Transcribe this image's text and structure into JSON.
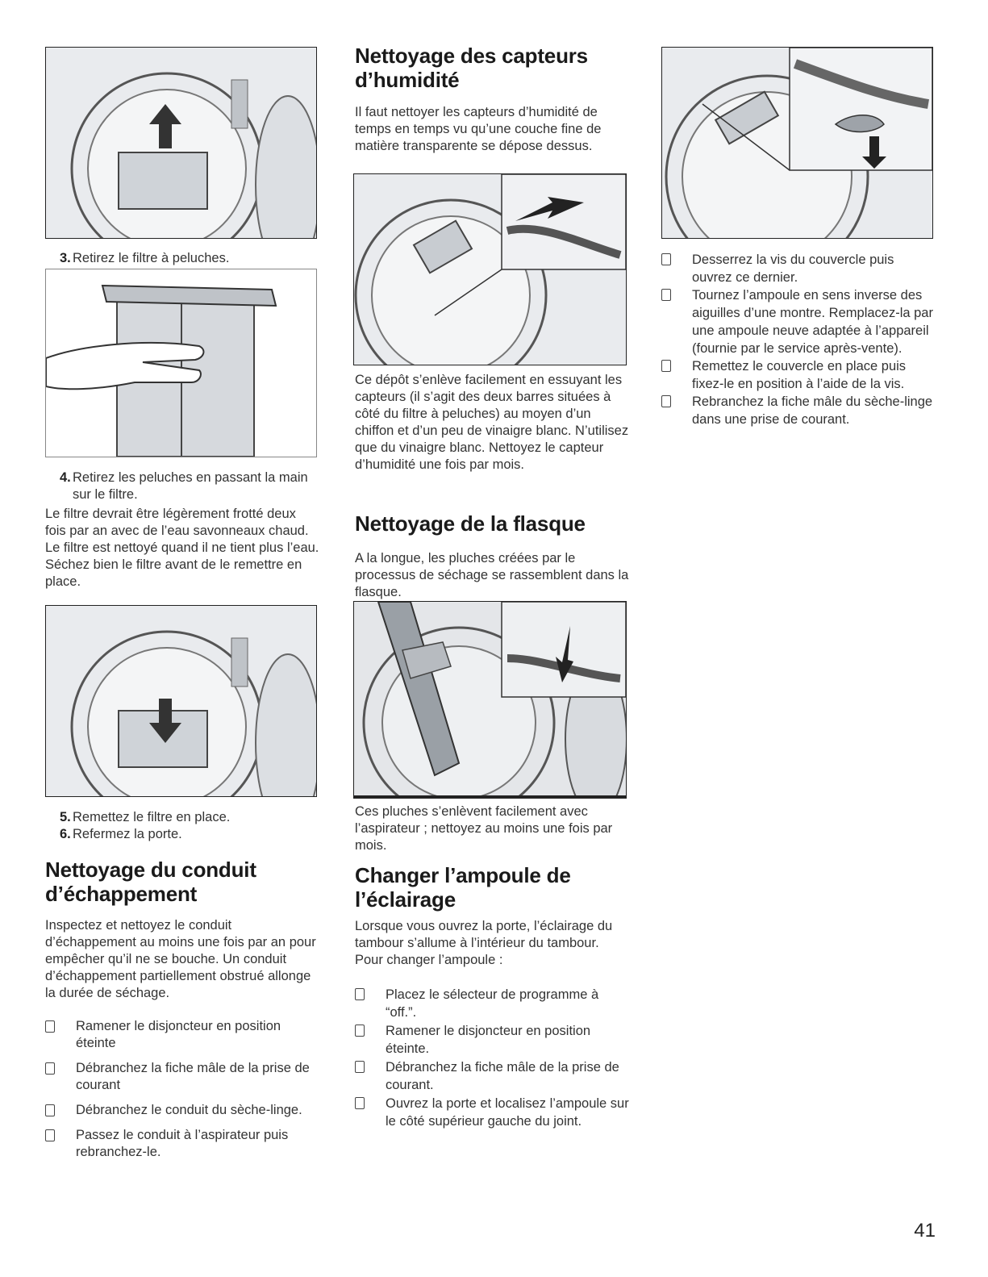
{
  "col1": {
    "step3": {
      "num": "3.",
      "text": "Retirez le filtre à peluches."
    },
    "step4": {
      "num": "4.",
      "text": "Retirez les peluches en passant la main sur le filtre."
    },
    "filter_para": "Le filtre devrait être légèrement frotté deux fois par an avec de l’eau savonneaux chaud.  Le filtre est nettoyé quand il ne tient plus l’eau. Séchez bien le filtre avant de le remettre en place.",
    "step5": {
      "num": "5.",
      "text": "Remettez le filtre en place."
    },
    "step6": {
      "num": "6.",
      "text": "Refermez la porte."
    },
    "duct_heading": "Nettoyage du conduit d’échappement",
    "duct_para": "Inspectez et nettoyez le conduit d’échappement au moins une fois par an pour empêcher qu’il ne se bouche. Un conduit d’échappement partiellement obstrué allonge la durée de séchage.",
    "duct_checks": [
      "Ramener le disjoncteur en position éteinte",
      "Débranchez la fiche mâle de la prise de courant",
      "Débranchez le conduit du sèche-linge.",
      "Passez le conduit à l’aspirateur puis rebranchez-le."
    ]
  },
  "col2": {
    "sensor_heading": "Nettoyage des capteurs d’humidité",
    "sensor_para": "Il faut nettoyer les capteurs d’humidité de temps en temps vu qu’une couche fine de matière transparente se dépose dessus.",
    "sensor_para2": "Ce dépôt s’enlève facilement en essuyant les capteurs (il s’agit des deux barres situées à côté du filtre à peluches) au moyen d’un chiffon et d’un peu de vinaigre blanc. N’utilisez que du vinaigre blanc. Nettoyez le capteur d’humidité une fois par mois.",
    "flasque_heading": "Nettoyage de la flasque",
    "flasque_para": "A la longue, les pluches créées par le processus de séchage se rassemblent dans la flasque.",
    "flasque_para2": "Ces pluches s’enlèvent facilement avec l’aspirateur ; nettoyez au moins une fois par mois.",
    "bulb_heading": "Changer l’ampoule de l’éclairage",
    "bulb_para": "Lorsque vous ouvrez la porte, l’éclairage du tambour s’allume à l’intérieur du tambour.",
    "bulb_intro": "Pour changer l’ampoule :",
    "bulb_checks": [
      "Placez le sélecteur de programme à “off.”.",
      "Ramener le disjoncteur en position éteinte.",
      "Débranchez la fiche mâle de la prise de courant.",
      "Ouvrez la porte et localisez l’ampoule sur le côté supérieur gauche du joint."
    ]
  },
  "col3": {
    "bulb_checks2": [
      "Desserrez la vis du couvercle puis ouvrez ce dernier.",
      "Tournez l’ampoule en sens inverse des aiguilles d’une montre. Remplacez-la par une ampoule neuve adaptée à l’appareil (fournie par le service après-vente).",
      "Remettez le couvercle en place puis fixez-le en position à l’aide de la vis.",
      "Rebranchez la fiche mâle du sèche-linge dans une prise de courant."
    ]
  },
  "page_number": "41"
}
